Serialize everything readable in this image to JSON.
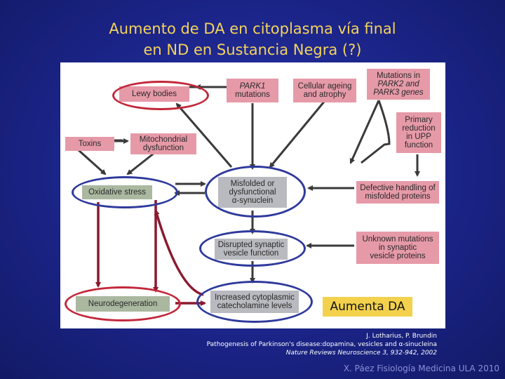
{
  "slide": {
    "title_line1": "Aumento de DA en citoplasma vía final",
    "title_line2": "en ND en Sustancia Negra (?)",
    "callout": "Aumenta DA",
    "reference": {
      "authors": "J. Lotharius, P. Brundin",
      "article": "Pathogenesis of Parkinson's disease:dopamina, vesicles and α-sinucleina",
      "journal": "Nature Reviews Neuroscience 3, 932-942, 2002"
    },
    "footer": "X. Páez Fisiología Medicina ULA 2010"
  },
  "diagram": {
    "colors": {
      "pink_box": "#e69aa8",
      "gray_box": "#b9b9c0",
      "green_box": "#aab8a0",
      "red_ring": "#c2283a",
      "blue_ring": "#2f3a9c",
      "arrow_dark": "#3a3a3a",
      "arrow_red": "#8a1a2e"
    },
    "nodes": {
      "lewy_bodies": "Lewy bodies",
      "park1_l1": "PARK1",
      "park1_l2": "mutations",
      "ageing_l1": "Cellular ageing",
      "ageing_l2": "and atrophy",
      "park23_l1": "Mutations in",
      "park23_l2": "PARK2 and",
      "park23_l3": "PARK3 genes",
      "toxins": "Toxins",
      "mito_l1": "Mitochondrial",
      "mito_l2": "dysfunction",
      "upp_l1": "Primary",
      "upp_l2": "reduction",
      "upp_l3": "in UPP",
      "upp_l4": "function",
      "oxidative": "Oxidative stress",
      "misfolded_l1": "Misfolded or",
      "misfolded_l2": "dysfunctional",
      "misfolded_l3": "α-synuclein",
      "defective_l1": "Defective handling of",
      "defective_l2": "misfolded proteins",
      "disrupted_l1": "Disrupted synaptic",
      "disrupted_l2": "vesicle function",
      "unknown_l1": "Unknown mutations",
      "unknown_l2": "in synaptic",
      "unknown_l3": "vesicle proteins",
      "neurodeg": "Neurodegeneration",
      "increased_l1": "Increased cytoplasmic",
      "increased_l2": "catecholamine levels"
    }
  }
}
